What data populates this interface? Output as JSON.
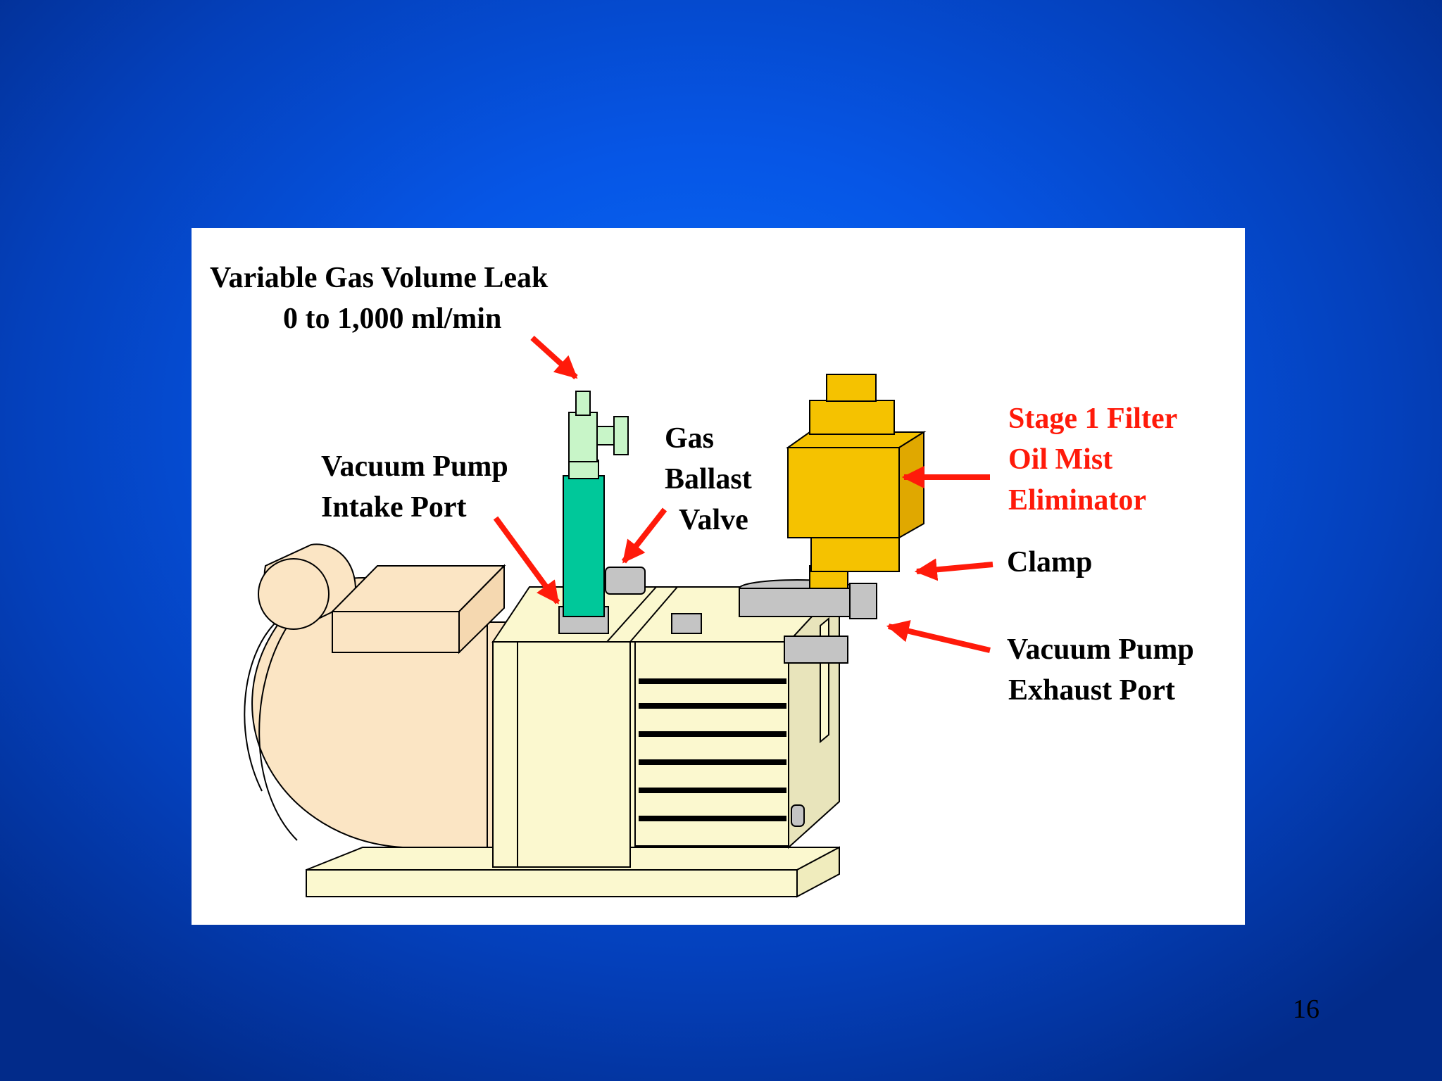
{
  "diagram": {
    "labels": {
      "gas_leak_line1": "Variable Gas  Volume Leak",
      "gas_leak_line2": "0 to 1,000 ml/min",
      "intake_line1": "Vacuum Pump",
      "intake_line2": "Intake Port",
      "ballast_line1": "Gas",
      "ballast_line2": "Ballast",
      "ballast_line3": "Valve",
      "filter_line1": "Stage 1 Filter",
      "filter_line2": "Oil Mist",
      "filter_line3": "Eliminator",
      "clamp": "Clamp",
      "exhaust_line1": "Vacuum Pump",
      "exhaust_line2": "Exhaust Port"
    },
    "colors": {
      "pump_body": "#fbf8cf",
      "motor": "#fbe5c4",
      "intake_tube": "#00c89a",
      "leak_valve": "#c8f5c8",
      "filter": "#f5c200",
      "metal": "#c4c4c4",
      "arrow": "#ff1a0a",
      "red_label": "#ff1a0a"
    }
  },
  "slide": {
    "page_number": "16"
  }
}
